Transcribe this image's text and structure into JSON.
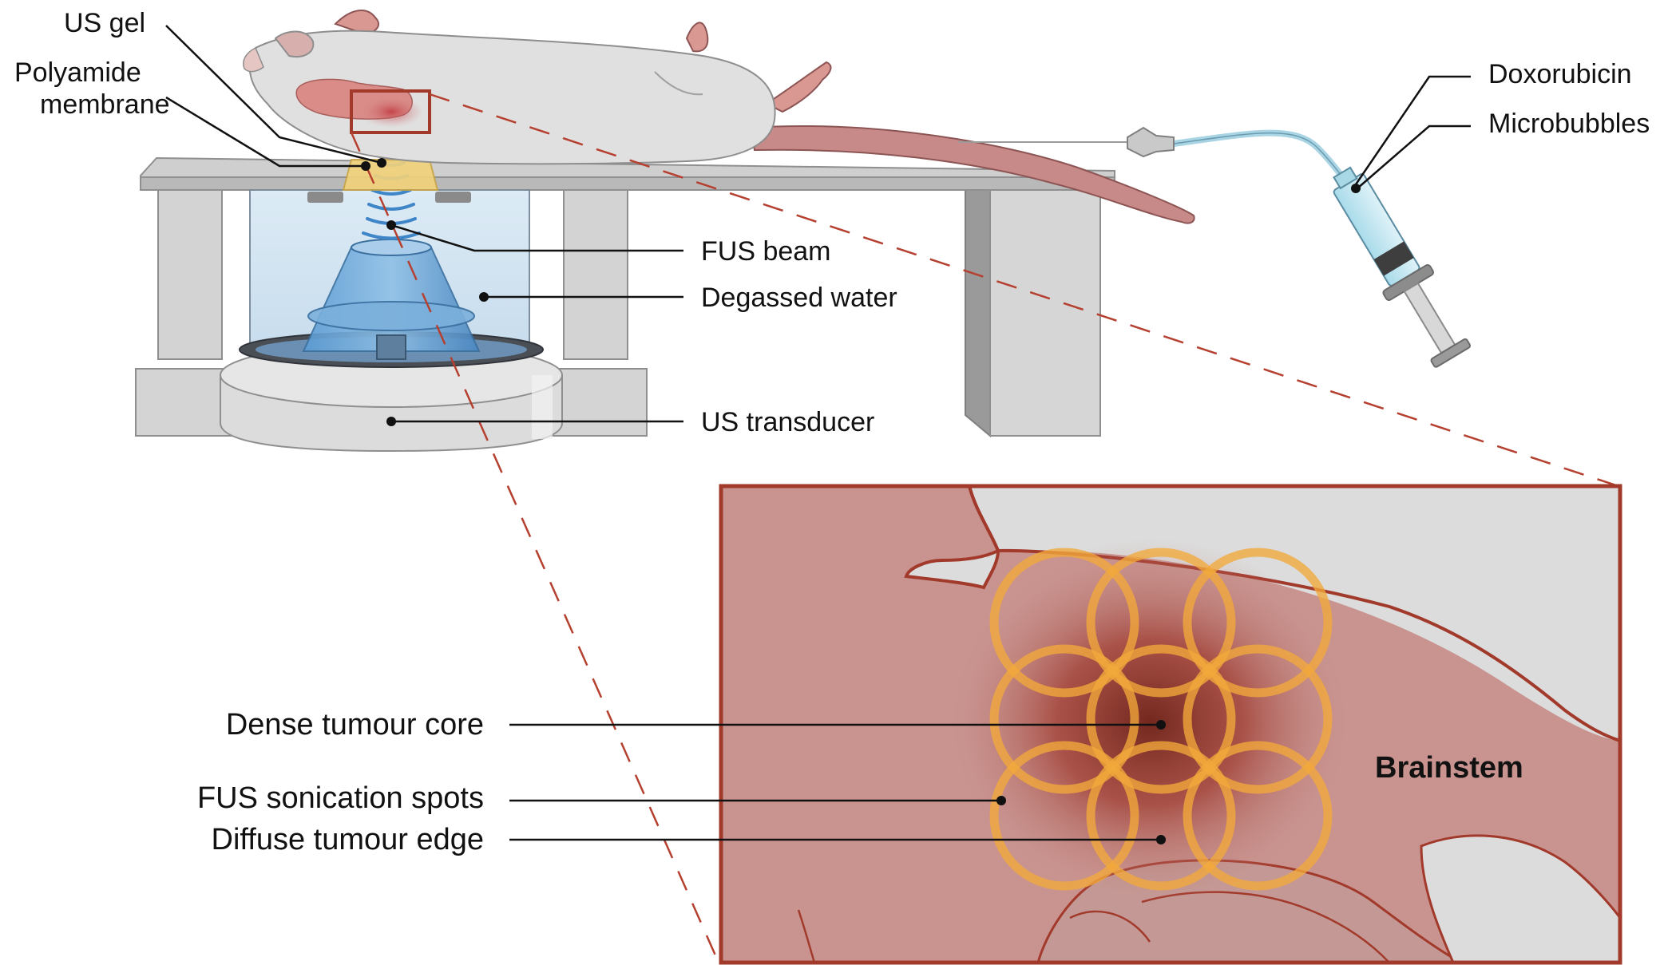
{
  "labels": {
    "us_gel": "US gel",
    "polyamide_membrane_line1": "Polyamide",
    "polyamide_membrane_line2": "membrane",
    "doxorubicin": "Doxorubicin",
    "microbubbles": "Microbubbles",
    "fus_beam": "FUS beam",
    "degassed_water": "Degassed water",
    "us_transducer": "US transducer",
    "dense_tumour_core": "Dense tumour core",
    "fus_sonication_spots": "FUS sonication spots",
    "diffuse_tumour_edge": "Diffuse tumour edge",
    "brainstem": "Brainstem"
  },
  "colors": {
    "tissue": "#c99490",
    "tissue_dark": "#b37a76",
    "outline_red": "#a23a2c",
    "sonication_ring": "#f2a93b",
    "tumour_core": "#7a2c22",
    "background_grey": "#dcdcdc",
    "water": "#cfe4f2",
    "beam": "#3f86c8",
    "platform": "#cfcfcf",
    "gel": "#f3d27a"
  }
}
